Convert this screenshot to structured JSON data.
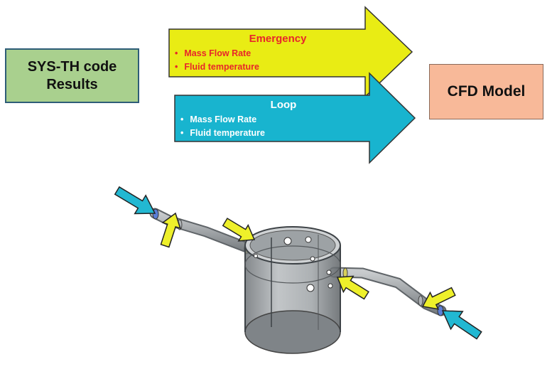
{
  "diagram": {
    "source_box": {
      "line1": "SYS-TH code",
      "line2": "Results"
    },
    "target_box": {
      "label": "CFD Model"
    },
    "arrows": [
      {
        "title": "Emergency",
        "items": [
          "Mass Flow Rate",
          "Fluid temperature"
        ],
        "fill": "#e9ec14",
        "text_color": "#e8262a"
      },
      {
        "title": "Loop",
        "items": [
          "Mass Flow Rate",
          "Fluid temperature"
        ],
        "fill": "#18b4cf",
        "text_color": "#ffffff"
      }
    ],
    "model_colors": {
      "emergency_inlet_arrow": "#eef02a",
      "loop_inlet_arrow": "#22b8d2",
      "vessel": "#8c9296"
    }
  }
}
